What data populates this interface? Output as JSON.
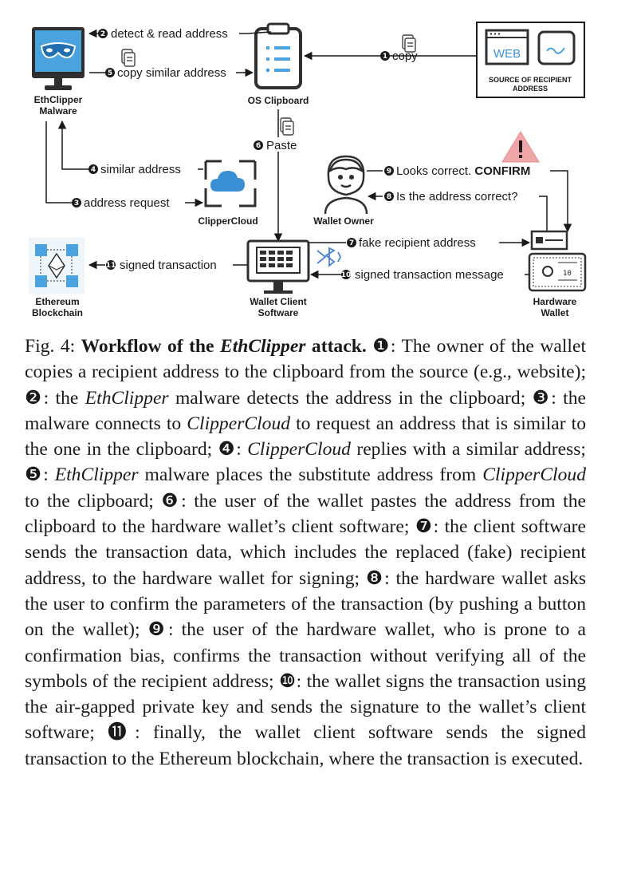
{
  "colors": {
    "malware_blue": "#4aa3df",
    "monitor_gray": "#2f2f2f",
    "cloud_blue": "#3b8fd4",
    "warning_red": "#f0a6a6",
    "bluetooth_blue": "#4a7fd1",
    "ink": "#1a1a1a"
  },
  "nodes": {
    "ethclipper_line1": "EthClipper",
    "ethclipper_line2": "Malware",
    "os_clipboard": "OS Clipboard",
    "web": "WEB",
    "source_line1": "SOURCE OF RECIPIENT",
    "source_line2": "ADDRESS",
    "clippercloud": "ClipperCloud",
    "wallet_owner": "Wallet Owner",
    "ethereum_line1": "Ethereum",
    "ethereum_line2": "Blockchain",
    "wallet_client_line1": "Wallet Client",
    "wallet_client_line2": "Software",
    "hardware_line1": "Hardware",
    "hardware_line2": "Wallet",
    "hw_counter": "10"
  },
  "steps": [
    {
      "n": "1",
      "label": "copy"
    },
    {
      "n": "2",
      "label": "detect & read address"
    },
    {
      "n": "3",
      "label": "address request"
    },
    {
      "n": "4",
      "label": "similar address"
    },
    {
      "n": "5",
      "label": "copy similar address"
    },
    {
      "n": "6",
      "label": "Paste"
    },
    {
      "n": "7",
      "label": "fake recipient address"
    },
    {
      "n": "8",
      "label": "Is the address correct?"
    },
    {
      "n": "9",
      "label": "Looks correct.",
      "label_bold": "CONFIRM"
    },
    {
      "n": "10",
      "label": "signed transaction message"
    },
    {
      "n": "11",
      "label": "signed transaction"
    }
  ],
  "caption": {
    "fig": "Fig. 4: ",
    "title_1": "Workflow of the ",
    "title_em": "EthClipper",
    "title_2": " attack.",
    "s1": ": The owner of the wallet copies a recipient address to the clipboard from the source (e.g., website); ",
    "s2a": ": the ",
    "s2em": "EthClipper",
    "s2b": " malware detects the address in the clipboard; ",
    "s3a": ": the malware connects to ",
    "s3em": "ClipperCloud",
    "s3b": " to request an address that is similar to the one in the clipboard; ",
    "s4em": "ClipperCloud",
    "s4b": " replies with a similar address; ",
    "s5em": "EthClipper",
    "s5b": " malware places the substitute address from ",
    "s5em2": "ClipperCloud",
    "s5c": " to the clipboard; ",
    "s6": ": the user of the wallet pastes the address from the clipboard to the hardware wallet’s client software; ",
    "s7": ": the client software sends the transaction data, which includes the replaced (fake) recipient address, to the hardware wallet for signing; ",
    "s8": ": the hardware wallet asks the user to confirm the parameters of the transaction (by pushing a button on the wallet); ",
    "s9": ": the user of the hardware wallet, who is prone to a confirmation bias, confirms the transaction without verifying all of the symbols of the recipient address; ",
    "s10": ": the wallet signs the transaction using the air-gapped private key and sends the signature to the wallet’s client software; ",
    "s11": ": finally, the wallet client software sends the signed transaction to the Ethereum blockchain, where the transaction is executed."
  }
}
